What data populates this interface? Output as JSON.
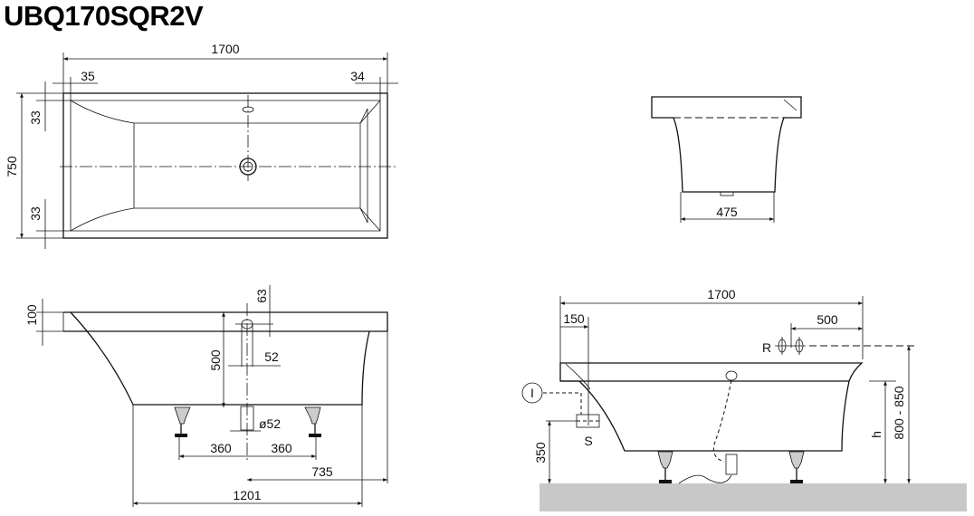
{
  "title": "UBQ170SQR2V",
  "top_view": {
    "length": "1700",
    "left_offset": "35",
    "right_offset": "34",
    "width": "750",
    "top_margin": "33",
    "bottom_margin": "33"
  },
  "end_view": {
    "base_width": "475"
  },
  "side_view": {
    "rim_height": "100",
    "overflow_offset": "63",
    "depth": "500",
    "overflow_diameter": "52",
    "drain_diameter": "ø52",
    "foot_left": "360",
    "foot_right": "360",
    "drain_to_end": "735",
    "base_length": "1201"
  },
  "install_view": {
    "length": "1700",
    "waste_offset": "150",
    "tap_offset": "500",
    "tap_label": "R",
    "inlet_label": "I",
    "waste_label": "S",
    "waste_height": "350",
    "height_label": "h",
    "total_height": "800 - 850"
  },
  "colors": {
    "floor": "#c8c8c8",
    "line": "#111111"
  }
}
